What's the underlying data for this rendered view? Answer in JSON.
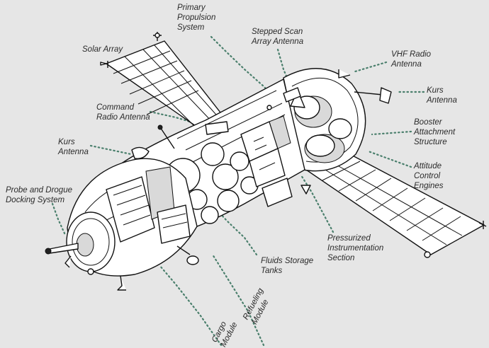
{
  "labels": {
    "primary_propulsion": "Primary\nPropulsion\nSystem",
    "stepped_scan": "Stepped Scan\nArray Antenna",
    "solar_array": "Solar Array",
    "vhf_radio": "VHF Radio\nAntenna",
    "kurs_right": "Kurs\nAntenna",
    "command_radio": "Command\nRadio Antenna",
    "booster": "Booster\nAttachment\nStructure",
    "kurs_left": "Kurs\nAntenna",
    "attitude": "Attitude\nControl\nEngines",
    "probe": "Probe and Drogue\nDocking System",
    "pressurized": "Pressurized\nInstrumentation\nSection",
    "fluids": "Fluids Storage\nTanks",
    "refueling": "Refueling\nModule",
    "cargo": "Cargo\nModule"
  },
  "colors": {
    "background": "#e6e6e6",
    "leader": "#4a7f6c",
    "outline": "#111111",
    "fill": "#ffffff"
  }
}
